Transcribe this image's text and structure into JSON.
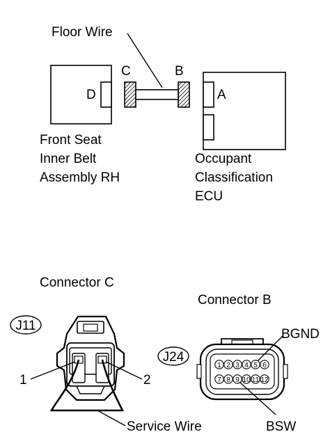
{
  "wiring": {
    "floor_wire_label": "Floor Wire",
    "connector_c_letter": "C",
    "connector_b_letter": "B",
    "connector_d_letter": "D",
    "connector_a_letter": "A",
    "front_seat_lines": [
      "Front Seat",
      "Inner Belt",
      "Assembly RH"
    ],
    "ecu_lines": [
      "Occupant",
      "Classification",
      "ECU"
    ]
  },
  "connector_c": {
    "title": "Connector C",
    "code": "J11",
    "pin1_label": "1",
    "pin2_label": "2",
    "service_wire_label": "Service Wire"
  },
  "connector_b": {
    "title": "Connector B",
    "code": "J24",
    "bgnd_label": "BGND",
    "bsw_label": "BSW",
    "pins_top": [
      "1",
      "2",
      "3",
      "4",
      "5",
      "6"
    ],
    "pins_bottom": [
      "7",
      "8",
      "9",
      "10",
      "11",
      "12"
    ]
  }
}
